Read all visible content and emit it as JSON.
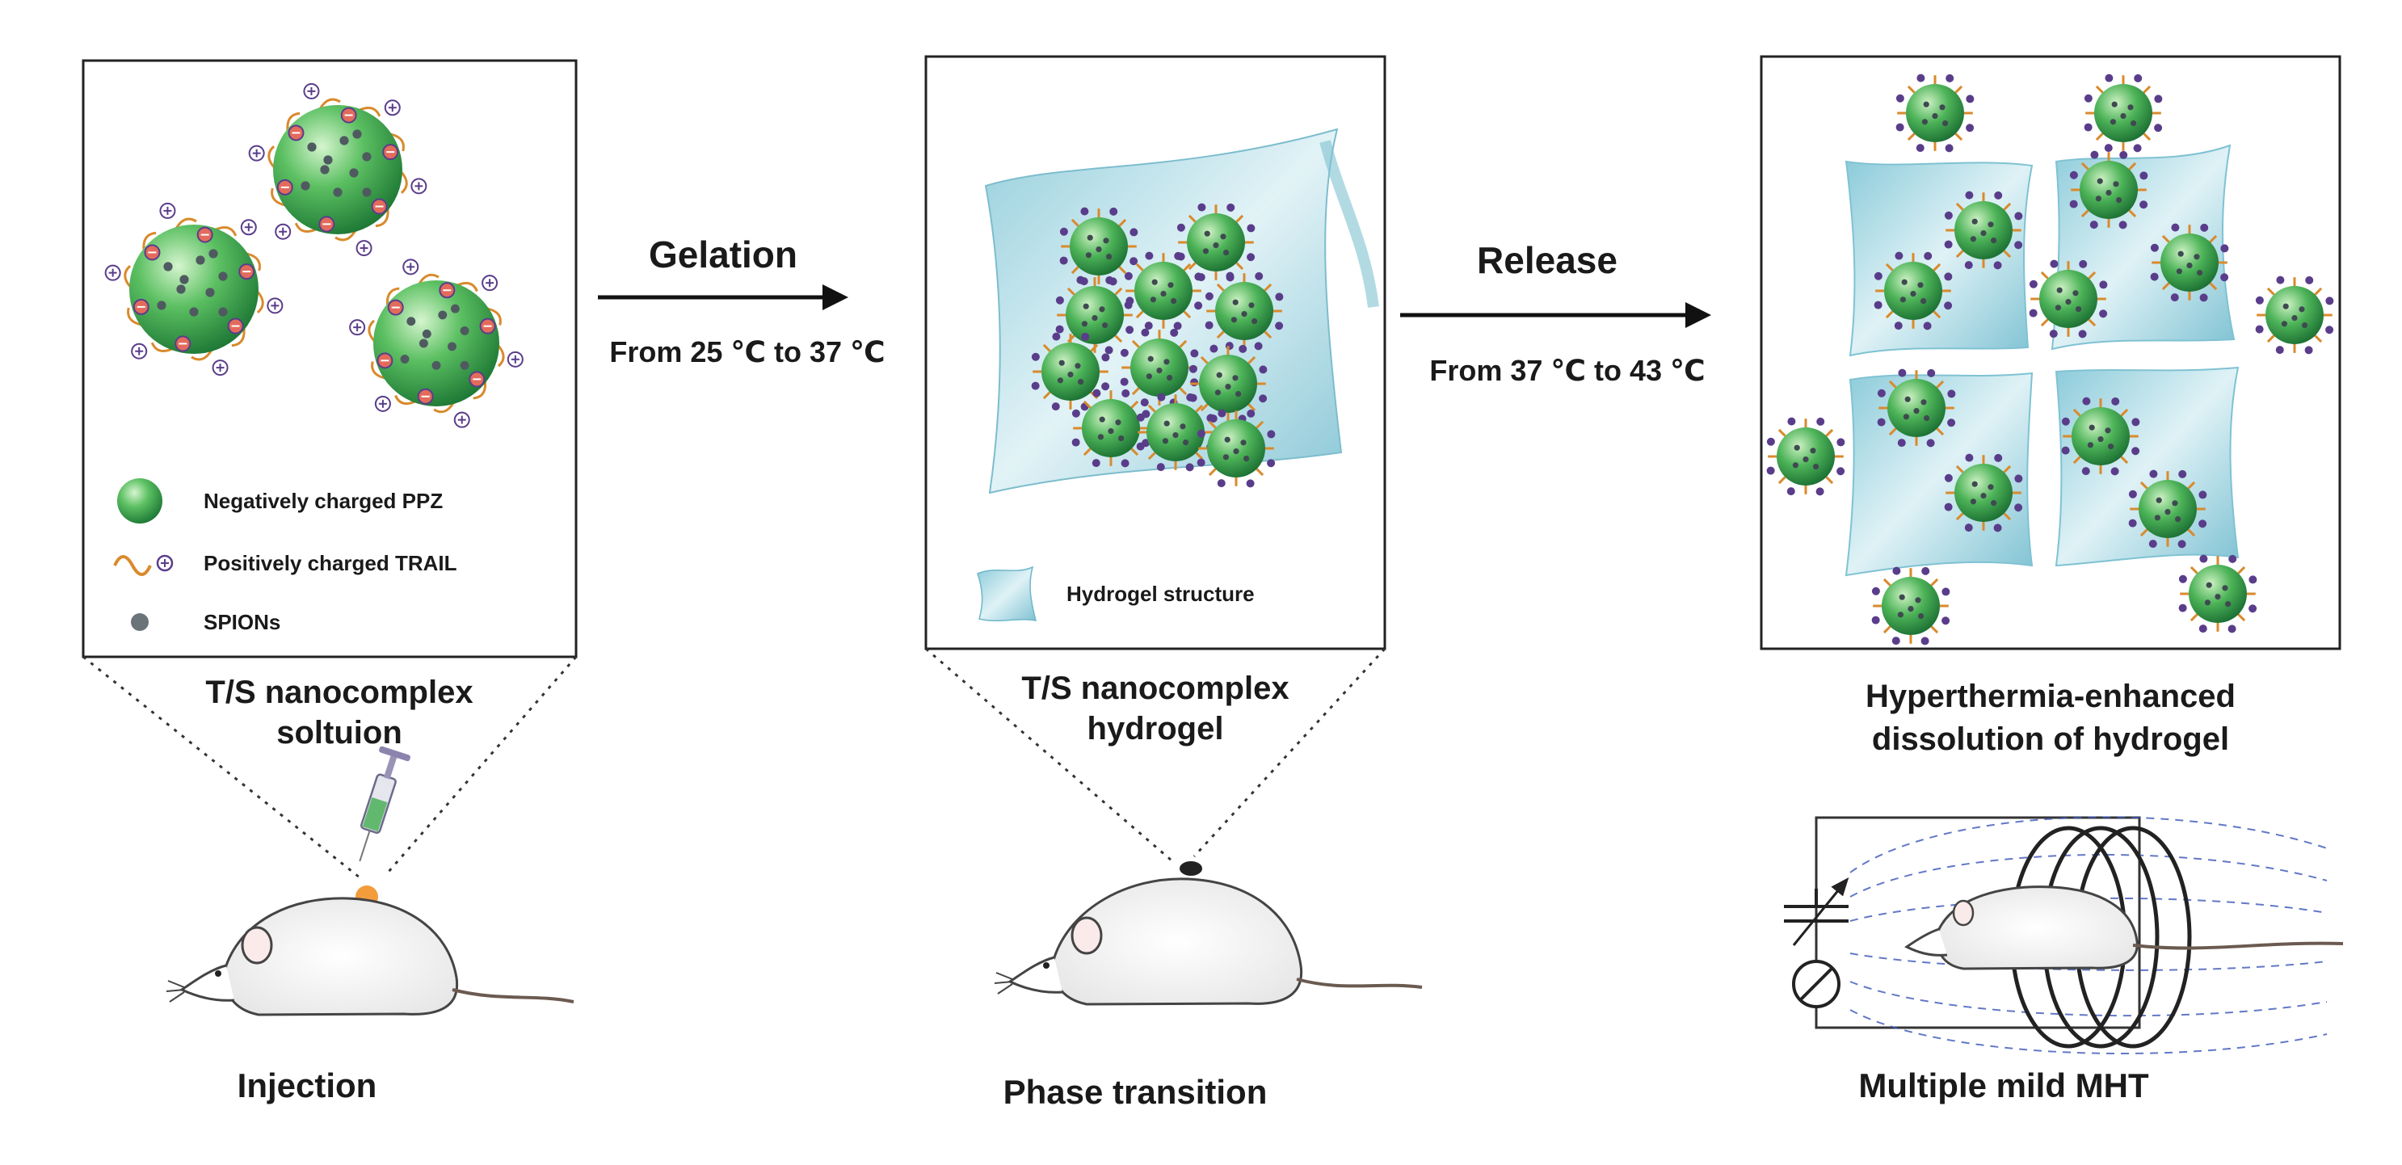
{
  "arrows": {
    "gelation": {
      "title": "Gelation",
      "condition": "From 25 ℃ to 37 ℃"
    },
    "release": {
      "title": "Release",
      "condition": "From 37 ℃ to 43 ℃"
    }
  },
  "panel1": {
    "legend": {
      "ppz": "Negatively charged PPZ",
      "trail": "Positively charged TRAIL",
      "spions": "SPIONs"
    },
    "caption_line1": "T/S nanocomplex",
    "caption_line2": "soltuion",
    "step_label": "Injection"
  },
  "panel2": {
    "legend": {
      "hydrogel": "Hydrogel structure"
    },
    "caption_line1": "T/S nanocomplex",
    "caption_line2": "hydrogel",
    "step_label": "Phase transition"
  },
  "panel3": {
    "caption_line1": "Hyperthermia-enhanced",
    "caption_line2": "dissolution of hydrogel",
    "step_label": "Multiple mild MHT"
  },
  "colors": {
    "ppz_green": "#3da84f",
    "ppz_highlight": "#c9f0c5",
    "trail_orange": "#d98a2c",
    "charge_purple": "#5a3d8a",
    "spion_gray": "#556066",
    "hydrogel_blue": "#a9d8e3",
    "field_line": "#3b57b8"
  }
}
